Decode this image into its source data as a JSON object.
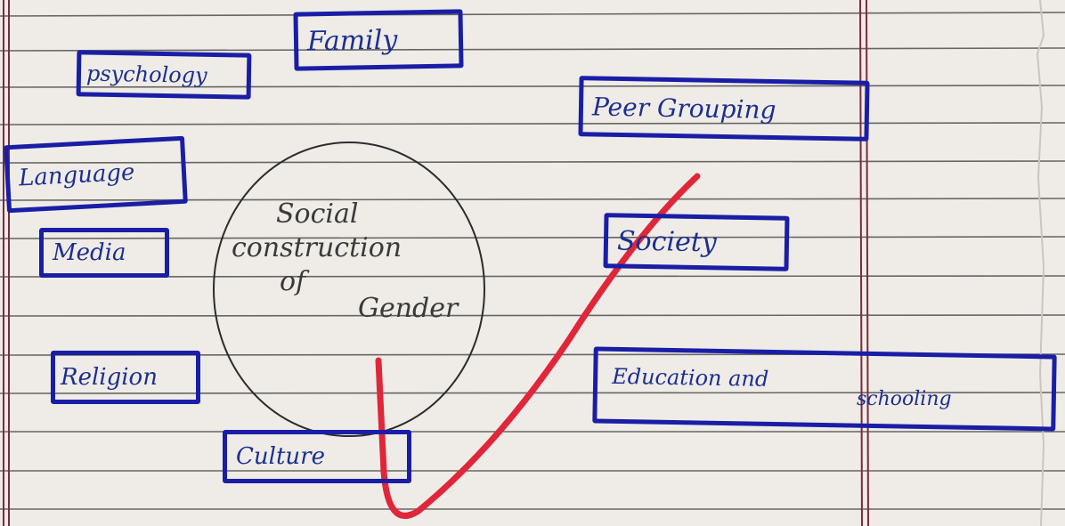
{
  "diagram": {
    "center": {
      "lines": [
        "Social",
        "construction",
        "of",
        "Gender"
      ]
    },
    "factors": [
      {
        "id": "family",
        "label": "Family"
      },
      {
        "id": "psychology",
        "label": "psychology"
      },
      {
        "id": "peer-grouping",
        "label": "Peer Grouping"
      },
      {
        "id": "language",
        "label": "Language"
      },
      {
        "id": "media",
        "label": "Media"
      },
      {
        "id": "society",
        "label": "Society"
      },
      {
        "id": "religion",
        "label": "Religion"
      },
      {
        "id": "education",
        "label": "Education and",
        "label_cont": "schooling"
      },
      {
        "id": "culture",
        "label": "Culture"
      }
    ]
  },
  "colors": {
    "ink": "#1a1ea6",
    "margin_lines": "#7d2a3f",
    "rule_lines": "#3b3b3b",
    "tick": "#e0263a",
    "paper": "#efece7"
  },
  "icons": {
    "grade_mark": "checkmark-icon"
  }
}
